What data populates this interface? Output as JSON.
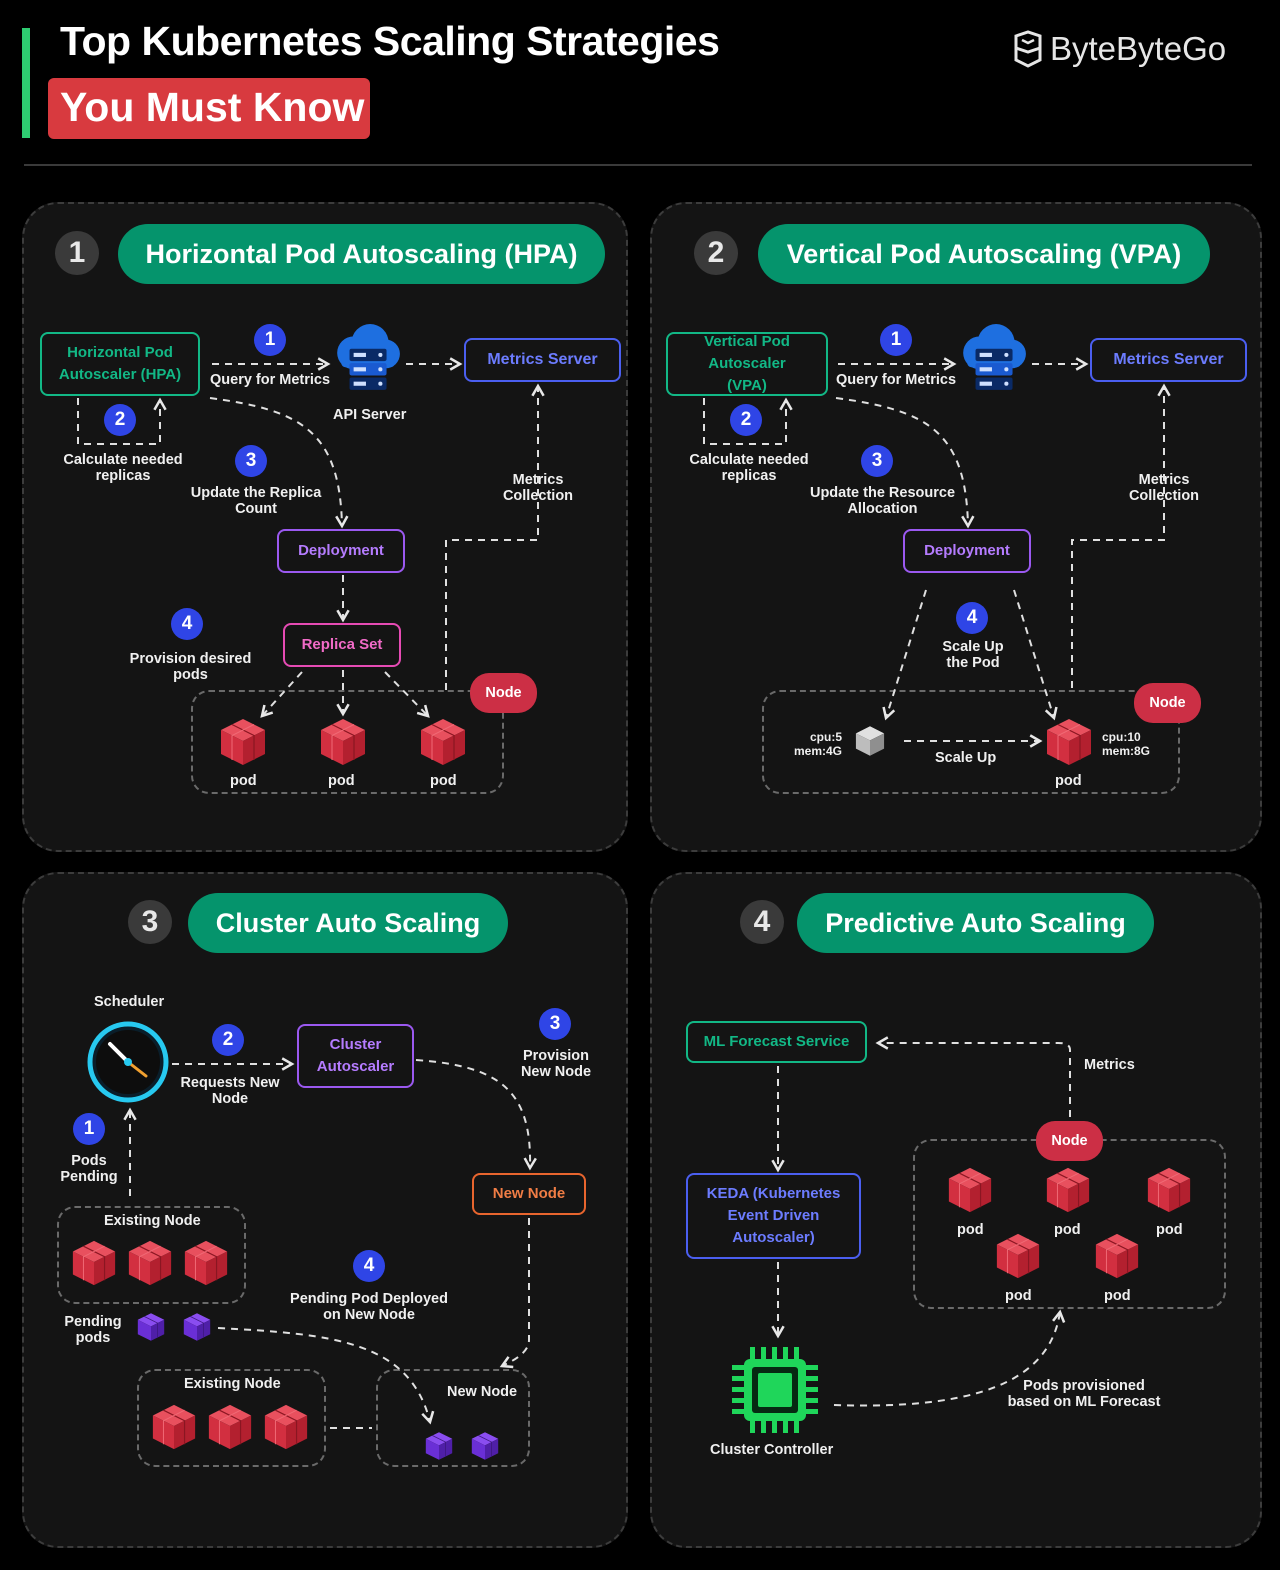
{
  "header": {
    "title_line1": "Top Kubernetes Scaling Strategies",
    "title_line2": "You Must Know",
    "brand": "ByteByteGo"
  },
  "colors": {
    "pill_green": "#05946c",
    "step_blue": "#2f45e6",
    "node_red": "#cc2f45",
    "pod_red": "#d9394a",
    "pending_purple": "#6a2fd6"
  },
  "hpa": {
    "number": "1",
    "title": "Horizontal Pod Autoscaling (HPA)",
    "autoscaler": "Horizontal Pod Autoscaler (HPA)",
    "step1": "1",
    "step1_label": "Query for Metrics",
    "api_server": "API Server",
    "metrics_server": "Metrics Server",
    "step2": "2",
    "step2_label": "Calculate needed replicas",
    "step3": "3",
    "step3_label": "Update the Replica Count",
    "metrics_collection": "Metrics Collection",
    "deployment": "Deployment",
    "replica_set": "Replica Set",
    "step4": "4",
    "step4_label": "Provision desired pods",
    "node": "Node",
    "pods": [
      "pod",
      "pod",
      "pod"
    ]
  },
  "vpa": {
    "number": "2",
    "title": "Vertical Pod Autoscaling (VPA)",
    "autoscaler": "Vertical Pod Autoscaler (VPA)",
    "step1": "1",
    "step1_label": "Query for Metrics",
    "metrics_server": "Metrics Server",
    "step2": "2",
    "step2_label": "Calculate needed replicas",
    "step3": "3",
    "step3_label": "Update the Resource Allocation",
    "metrics_collection": "Metrics Collection",
    "deployment": "Deployment",
    "step4": "4",
    "step4_label": "Scale Up the Pod",
    "node": "Node",
    "small_spec": "cpu:5 mem:4G",
    "scale_up": "Scale Up",
    "big_spec": "cpu:10 mem:8G",
    "pod": "pod"
  },
  "cluster": {
    "number": "3",
    "title": "Cluster Auto Scaling",
    "scheduler": "Scheduler",
    "step1": "1",
    "step1_label": "Pods Pending",
    "step2": "2",
    "step2_label": "Requests New Node",
    "autoscaler": "Cluster Autoscaler",
    "step3": "3",
    "step3_label": "Provision New Node",
    "new_node_box": "New Node",
    "existing_node_top": "Existing Node",
    "pending_pods": "Pending pods",
    "step4": "4",
    "step4_label": "Pending Pod Deployed on New Node",
    "existing_node_bottom": "Existing Node",
    "new_node_bottom": "New Node"
  },
  "predictive": {
    "number": "4",
    "title": "Predictive Auto Scaling",
    "ml_service": "ML Forecast Service",
    "metrics": "Metrics",
    "node": "Node",
    "keda": "KEDA (Kubernetes Event Driven Autoscaler)",
    "pods": [
      "pod",
      "pod",
      "pod",
      "pod",
      "pod"
    ],
    "controller": "Cluster Controller",
    "provisioned_label": "Pods provisioned based on ML Forecast"
  }
}
